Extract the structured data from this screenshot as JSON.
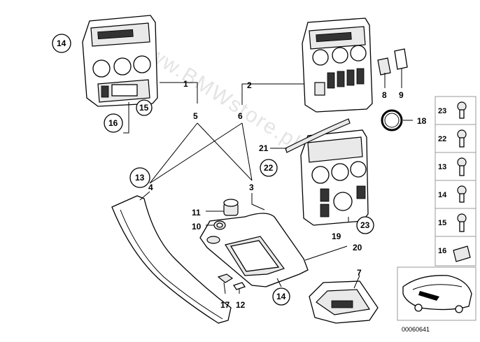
{
  "watermark": "www.BMWstore.pl",
  "diagram_id": "00060641",
  "callouts": {
    "c1": "1",
    "c2": "2",
    "c3": "3",
    "c4": "4",
    "c5": "5",
    "c6": "6",
    "c7": "7",
    "c8": "8",
    "c9": "9",
    "c10": "10",
    "c11": "11",
    "c12": "12",
    "c13": "13",
    "c14a": "14",
    "c14b": "14",
    "c15": "15",
    "c16": "16",
    "c17": "17",
    "c18": "18",
    "c19": "19",
    "c20": "20",
    "c21": "21",
    "c22": "22",
    "c23": "23"
  },
  "fastener_column": [
    "23",
    "22",
    "13",
    "14",
    "15",
    "16"
  ]
}
